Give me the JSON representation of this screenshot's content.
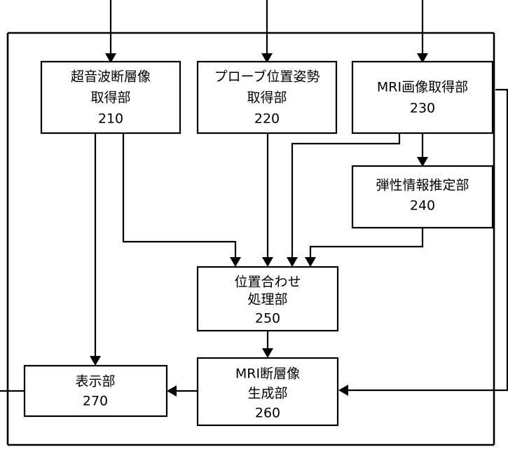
{
  "diagram": {
    "type": "block-diagram",
    "title": "",
    "background_color": "#ffffff",
    "line_color": "#000000",
    "box_fill_color": "#ffffff",
    "blocks": [
      {
        "id": "block-210",
        "ref": "210",
        "lines": [
          "超音波断層像",
          "取得部"
        ],
        "line1": "超音波断層像",
        "line2": "取得部",
        "number": "210"
      },
      {
        "id": "block-220",
        "ref": "220",
        "lines": [
          "プローブ位置姿勢",
          "取得部"
        ],
        "line1": "プローブ位置姿勢",
        "line2": "取得部",
        "number": "220"
      },
      {
        "id": "block-230",
        "ref": "230",
        "lines": [
          "MRI画像取得部"
        ],
        "line1": "MRI画像取得部",
        "line2": "",
        "number": "230"
      },
      {
        "id": "block-240",
        "ref": "240",
        "lines": [
          "弾性情報推定部"
        ],
        "line1": "弾性情報推定部",
        "line2": "",
        "number": "240"
      },
      {
        "id": "block-250",
        "ref": "250",
        "lines": [
          "位置合わせ",
          "処理部"
        ],
        "line1": "位置合わせ",
        "line2": "処理部",
        "number": "250"
      },
      {
        "id": "block-260",
        "ref": "260",
        "lines": [
          "MRI断層像",
          "生成部"
        ],
        "line1": "MRI断層像",
        "line2": "生成部",
        "number": "260"
      },
      {
        "id": "block-270",
        "ref": "270",
        "lines": [
          "表示部"
        ],
        "line1": "表示部",
        "line2": "",
        "number": "270"
      }
    ],
    "connections": [
      {
        "from": "external-top",
        "to": "block-210",
        "label": ""
      },
      {
        "from": "external-top",
        "to": "block-220",
        "label": ""
      },
      {
        "from": "external-top",
        "to": "block-230",
        "label": ""
      },
      {
        "from": "block-230",
        "to": "block-240",
        "label": ""
      },
      {
        "from": "block-210",
        "to": "block-250",
        "label": ""
      },
      {
        "from": "block-220",
        "to": "block-250",
        "label": ""
      },
      {
        "from": "block-230",
        "to": "block-250",
        "label": ""
      },
      {
        "from": "block-240",
        "to": "block-250",
        "label": ""
      },
      {
        "from": "block-210",
        "to": "block-270",
        "label": ""
      },
      {
        "from": "block-250",
        "to": "block-260",
        "label": ""
      },
      {
        "from": "block-260",
        "to": "block-270",
        "label": ""
      },
      {
        "from": "block-230",
        "to": "block-260",
        "label": ""
      },
      {
        "from": "block-270",
        "to": "external-left",
        "label": ""
      }
    ]
  }
}
